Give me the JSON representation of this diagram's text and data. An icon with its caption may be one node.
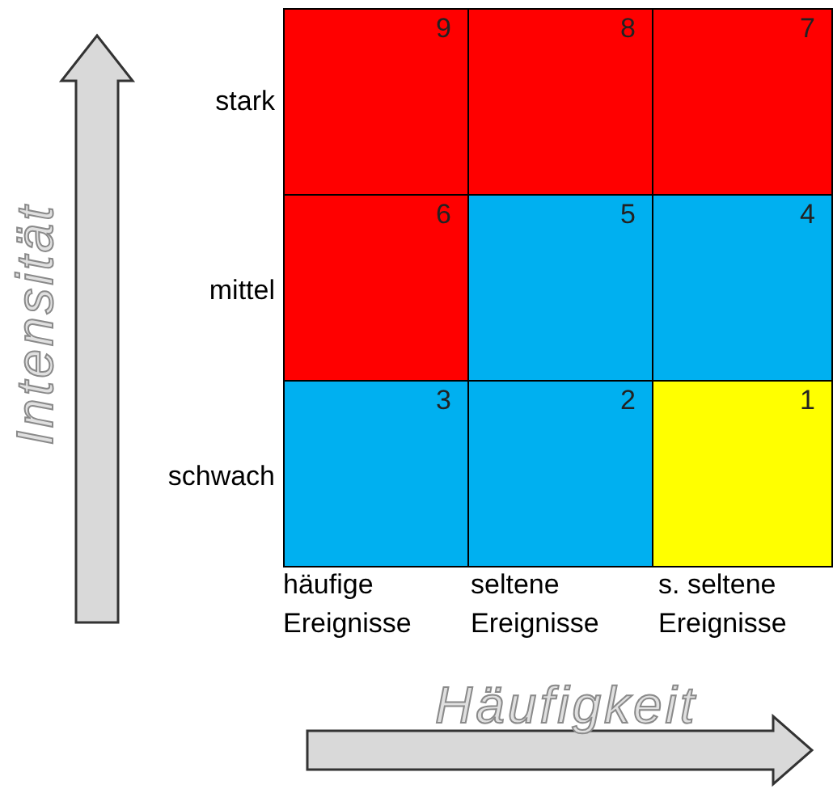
{
  "diagram": {
    "nodes": [
      {
        "text": [
          "9"
        ]
      },
      {
        "text": [
          "8"
        ]
      },
      {
        "text": [
          "7"
        ]
      },
      {
        "text": [
          "6"
        ]
      },
      {
        "text": [
          "5"
        ]
      },
      {
        "text": [
          "4"
        ]
      },
      {
        "text": [
          "3"
        ]
      },
      {
        "text": [
          "2"
        ]
      },
      {
        "text": [
          "1"
        ]
      }
    ],
    "labels": [
      "Intensität",
      "stark",
      "mittel",
      "schwach",
      "häufige Ereignisse",
      "seltene Ereignisse",
      "s. seltene Ereignisse",
      "Häufigkeit"
    ]
  }
}
